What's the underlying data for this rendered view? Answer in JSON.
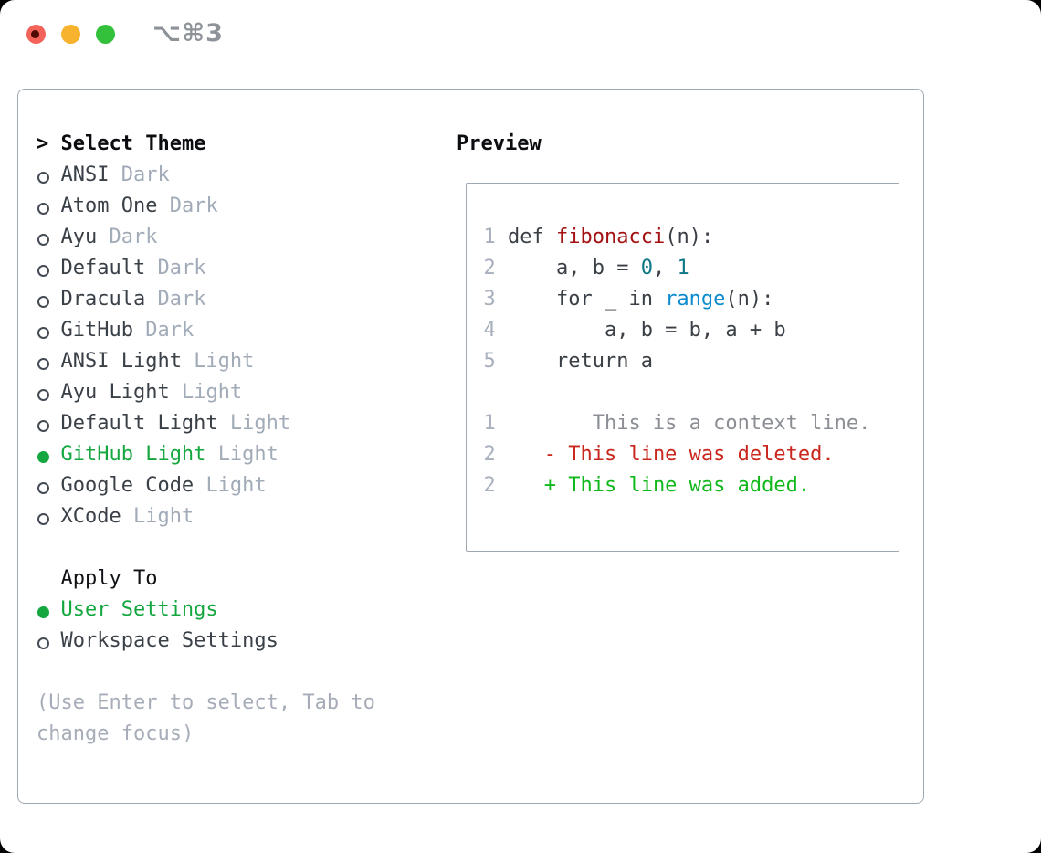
{
  "window": {
    "title": "⌥⌘3",
    "traffic_lights": [
      {
        "name": "close",
        "color": "#f4635a"
      },
      {
        "name": "minimize",
        "color": "#f7b32e"
      },
      {
        "name": "zoom",
        "color": "#33c13c"
      }
    ]
  },
  "colors": {
    "accent_green": "#14a73f",
    "panel_border": "#9fa8b2",
    "muted_gray": "#a2abb8",
    "text_dark": "#3a4047",
    "code_function_red": "#a31212",
    "code_number_teal": "#0e7686",
    "code_builtin_blue": "#0b8bce",
    "diff_deleted_red": "#c9271d",
    "diff_added_green": "#11b81c",
    "diff_context_gray": "#8b8f95",
    "line_number_gray": "#a7b0bc"
  },
  "sidebar": {
    "header": {
      "prompt": "> ",
      "label": "Select Theme"
    },
    "themes": [
      {
        "name": "ANSI",
        "tag": "Dark",
        "selected": false
      },
      {
        "name": "Atom One",
        "tag": "Dark",
        "selected": false
      },
      {
        "name": "Ayu",
        "tag": "Dark",
        "selected": false
      },
      {
        "name": "Default",
        "tag": "Dark",
        "selected": false
      },
      {
        "name": "Dracula",
        "tag": "Dark",
        "selected": false
      },
      {
        "name": "GitHub",
        "tag": "Dark",
        "selected": false
      },
      {
        "name": "ANSI Light",
        "tag": "Light",
        "selected": false
      },
      {
        "name": "Ayu Light",
        "tag": "Light",
        "selected": false
      },
      {
        "name": "Default Light",
        "tag": "Light",
        "selected": false
      },
      {
        "name": "GitHub Light",
        "tag": "Light",
        "selected": true
      },
      {
        "name": "Google Code",
        "tag": "Light",
        "selected": false
      },
      {
        "name": "XCode",
        "tag": "Light",
        "selected": false
      }
    ],
    "apply_to": {
      "label": "Apply To",
      "options": [
        {
          "name": "User Settings",
          "selected": true
        },
        {
          "name": "Workspace Settings",
          "selected": false
        }
      ]
    },
    "hint_lines": [
      "(Use Enter to select, Tab to",
      "change focus)"
    ]
  },
  "preview": {
    "label": "Preview",
    "lines": [
      [
        {
          "t": "1",
          "c": "ln"
        },
        {
          "t": " def ",
          "c": "code"
        },
        {
          "t": "fibonacci",
          "c": "fn"
        },
        {
          "t": "(n):",
          "c": "code"
        }
      ],
      [
        {
          "t": "2",
          "c": "ln"
        },
        {
          "t": "     a, b = ",
          "c": "code"
        },
        {
          "t": "0",
          "c": "num"
        },
        {
          "t": ", ",
          "c": "code"
        },
        {
          "t": "1",
          "c": "num"
        }
      ],
      [
        {
          "t": "3",
          "c": "ln"
        },
        {
          "t": "     for _ in ",
          "c": "code"
        },
        {
          "t": "range",
          "c": "bi"
        },
        {
          "t": "(n):",
          "c": "code"
        }
      ],
      [
        {
          "t": "4",
          "c": "ln"
        },
        {
          "t": "         a, b = b, a + b",
          "c": "code"
        }
      ],
      [
        {
          "t": "5",
          "c": "ln"
        },
        {
          "t": "     return a",
          "c": "code"
        }
      ],
      [],
      [
        {
          "t": "1",
          "c": "ln"
        },
        {
          "t": "        This is a context line.",
          "c": "ctx"
        }
      ],
      [
        {
          "t": "2",
          "c": "ln"
        },
        {
          "t": "    ",
          "c": "code"
        },
        {
          "t": "- This line was deleted.",
          "c": "del"
        }
      ],
      [
        {
          "t": "2",
          "c": "ln"
        },
        {
          "t": "    ",
          "c": "code"
        },
        {
          "t": "+ This line was added.",
          "c": "add"
        }
      ]
    ]
  }
}
